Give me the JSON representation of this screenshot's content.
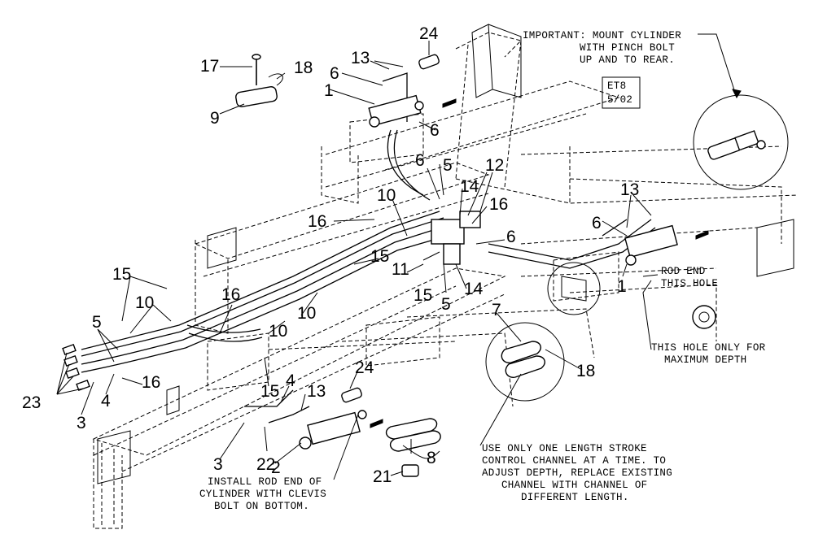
{
  "diagram": {
    "revision_label_line1": "ET8",
    "revision_label_line2": "5/02",
    "notes": {
      "mount_cylinder": [
        "IMPORTANT: MOUNT CYLINDER",
        "WITH PINCH BOLT",
        "UP AND TO REAR."
      ],
      "rod_end": [
        "ROD END",
        "THIS HOLE"
      ],
      "hole_max_depth": [
        "THIS HOLE ONLY FOR",
        "MAXIMUM DEPTH"
      ],
      "stroke_channel": [
        "USE ONLY ONE LENGTH STROKE",
        "CONTROL CHANNEL AT A TIME. TO",
        "ADJUST DEPTH, REPLACE EXISTING",
        "CHANNEL WITH CHANNEL OF",
        "DIFFERENT LENGTH."
      ],
      "install_rod_end": [
        "INSTALL ROD END OF",
        "CYLINDER WITH CLEVIS",
        "BOLT ON BOTTOM."
      ]
    },
    "callouts": {
      "c24_top": "24",
      "c17": "17",
      "c18_top": "18",
      "c13_top": "13",
      "c6_top": "6",
      "c1_top": "1",
      "c9": "9",
      "c6_mid_top": "6",
      "c5_top": "5",
      "c12": "12",
      "c6_right_upper": "6",
      "c14_top": "14",
      "c16_right": "16",
      "c13_right": "13",
      "c10_center": "10",
      "c16_center": "16",
      "c6_right": "6",
      "c15_center": "15",
      "c11": "11",
      "c15_mid": "15",
      "c14_bottom": "14",
      "c5_mid": "5",
      "c1_right": "1",
      "c15_left": "15",
      "c10_left": "10",
      "c16_left": "16",
      "c10_lower": "10",
      "c10_lower2": "10",
      "c5_left": "5",
      "c16_bottom_left": "16",
      "c4_left": "4",
      "c23": "23",
      "c3_left": "3",
      "c15_lower": "15",
      "c4_lower": "4",
      "c24_lower": "24",
      "c13_lower": "13",
      "c7": "7",
      "c18_right": "18",
      "c3_bottom": "3",
      "c22": "22",
      "c2": "2",
      "c8": "8",
      "c21": "21"
    }
  }
}
